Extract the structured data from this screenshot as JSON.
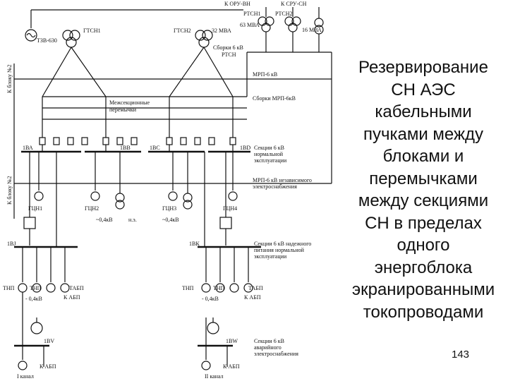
{
  "slide": {
    "title_lines": [
      "Резервирование",
      "СН АЭС",
      "кабельными",
      "пучками между",
      "блоками и",
      "перемычками",
      "между секциями",
      "СН в пределах",
      "одного",
      "энергоблока",
      "экранированными",
      "токопроводами"
    ],
    "page_number": "143"
  },
  "diagram": {
    "labels": {
      "k_oru_vn": "К ОРУ-ВН",
      "k_sru_sn": "К СРУ-СН",
      "rtsn1": "РТСН1",
      "rtsn2": "РТСН2",
      "mva63": "63 МВА",
      "mva16": "16 МВА",
      "tzv": "ТЗВ-630",
      "gtsn1": "ГТСН1",
      "gtsn2": "ГТСН2",
      "mva32": "32 МВА",
      "sborki_l1": "Сборки 6 кВ",
      "sborki_l2": "РТСН",
      "mrp6": "МРП-6 кВ",
      "k_bloku_top": "К блоку №2",
      "k_bloku_bot": "К блоку №2",
      "mezh_l1": "Межсекционные",
      "mezh_l2": "перемычки",
      "sborki_mrp": "Сборки МРП-6кВ",
      "bus_1ba": "1ВА",
      "bus_1bb": "1ВВ",
      "bus_1bc": "1ВС",
      "bus_1bd": "1ВD",
      "sekc_norm_l1": "Секции 6 кВ",
      "sekc_norm_l2": "нормальной",
      "sekc_norm_l3": "эксплуатации",
      "mrp_indep_l1": "МРП-6 кВ независимого",
      "mrp_indep_l2": "электроснабжения",
      "gtsn_1": "ГЦН1",
      "gtsn_2": "ГЦН2",
      "gtsn_3": "ГЦН3",
      "gtsn_4": "ГЦН4",
      "v04_a": "~0,4кВ",
      "v04_b": "~0,4кВ",
      "ne": "н.э.",
      "bus_1bj": "1ВJ",
      "bus_1bk": "1ВК",
      "sekc_rel_l1": "Секции 6 кВ надежного",
      "sekc_rel_l2": "питания нормальной",
      "sekc_rel_l3": "эксплуатации",
      "tnp1": "ТНП",
      "tnp2": "ТНП",
      "tnp3": "ТНП",
      "tnp4": "ТНП",
      "tabp1": "ТАБП",
      "tabp2": "ТАБП",
      "kabp1": "К АБП",
      "kabp2": "К АБП",
      "v04_c": "- 0,4кВ",
      "v04_d": "- 0,4кВ",
      "bus_1bv": "1ВV",
      "bus_1bw": "1ВW",
      "sekc_av_l1": "Секции 6 кВ",
      "sekc_av_l2": "аварийного",
      "sekc_av_l3": "электроснабжения",
      "kabp3": "К АБП",
      "kabp4": "К АБП",
      "kanal1": "I канал",
      "kanal2": "II канал"
    }
  }
}
